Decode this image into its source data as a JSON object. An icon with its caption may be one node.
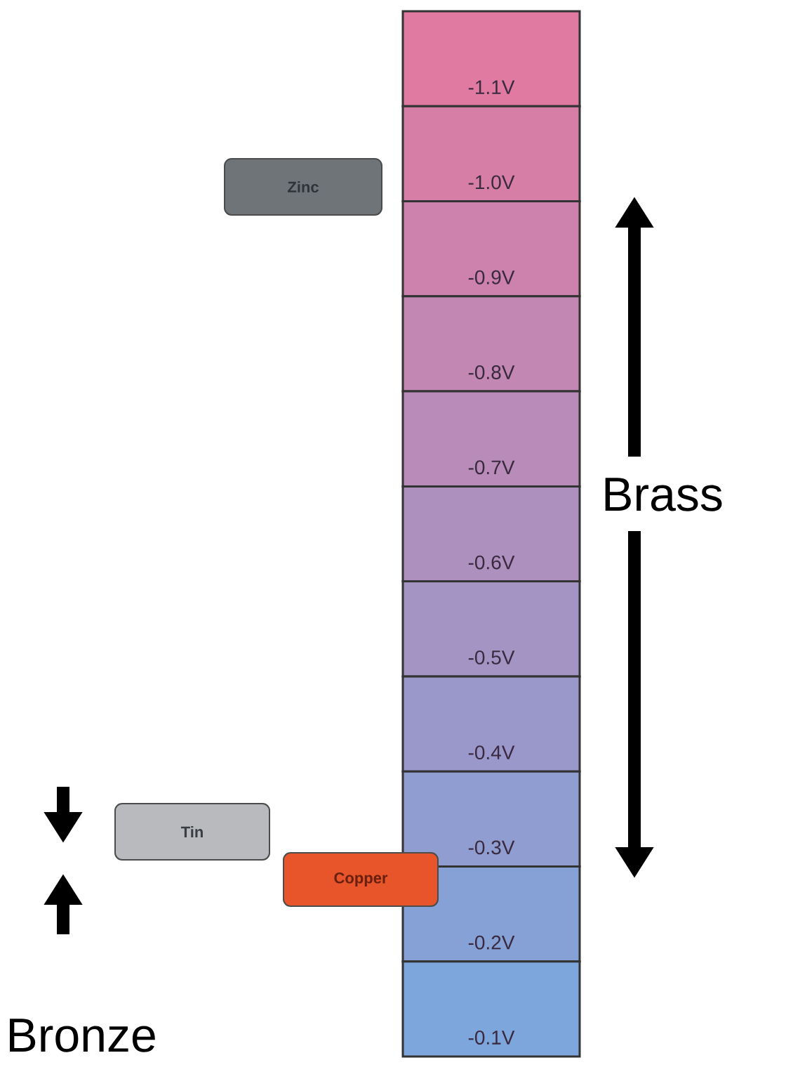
{
  "diagram": {
    "nodes": [
      {
        "text": [
          "Zinc"
        ]
      },
      {
        "text": [
          "Tin"
        ]
      },
      {
        "text": [
          "Copper"
        ]
      }
    ],
    "edges": [],
    "labels": [
      "-1.1V",
      "-1.0V",
      "-0.9V",
      "-0.8V",
      "-0.7V",
      "-0.6V",
      "-0.5V",
      "-0.4V",
      "-0.3V",
      "-0.2V",
      "-0.1V",
      "Brass",
      "Bronze"
    ]
  }
}
